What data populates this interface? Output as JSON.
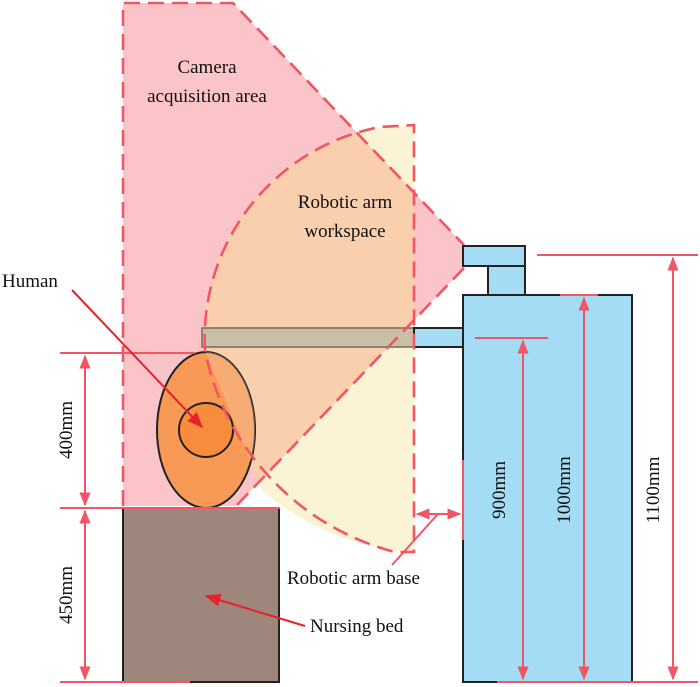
{
  "diagram": {
    "title": "Nursing robot workspace layout",
    "labels": {
      "camera_area_line1": "Camera",
      "camera_area_line2": "acquisition area",
      "arm_workspace_line1": "Robotic arm",
      "arm_workspace_line2": "workspace",
      "human": "Human",
      "robot_base": "Robotic arm base",
      "nursing_bed": "Nursing bed"
    },
    "dimensions": {
      "human_height": "400mm",
      "bed_height": "450mm",
      "arm_mount_height": "900mm",
      "body_height": "1000mm",
      "camera_height": "1100mm"
    },
    "colors": {
      "camera_area": "#fbc4c8",
      "arm_workspace": "#faf4d4",
      "overlap": "#f9cfae",
      "dashed_boundary": "#f25563",
      "dimension_line": "#f25563",
      "annotation_arrow": "#e8212b",
      "robot_body": "#a3dcf4",
      "arm_link": "#c8bfa8",
      "human_body": "#f89a56",
      "human_head": "#f78d3c",
      "nursing_bed": "#9f867d",
      "outline": "#222222"
    }
  }
}
